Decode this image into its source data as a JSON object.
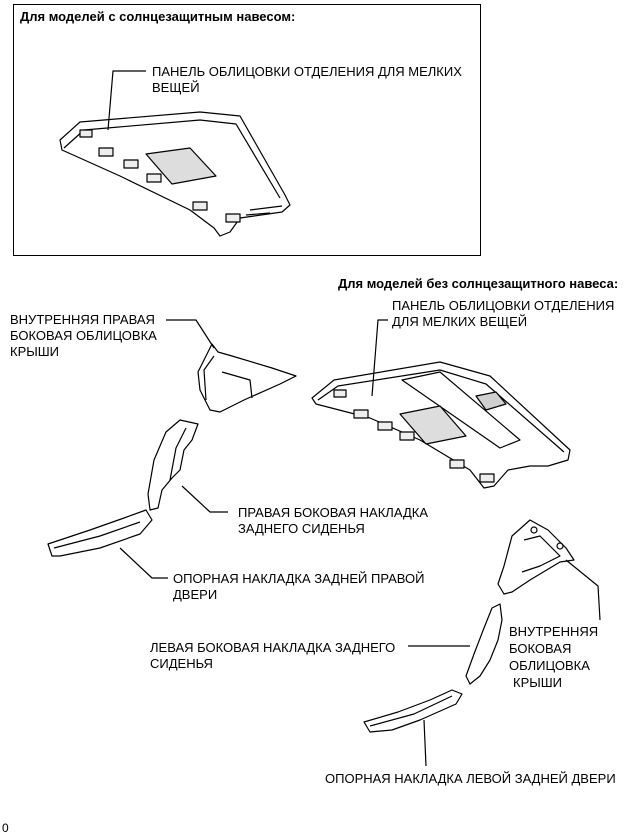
{
  "inset": {
    "heading": "Для моделей с солнцезащитным навесом:",
    "package_tray_label_line1": "ПАНЕЛЬ ОБЛИЦОВКИ ОТДЕЛЕНИЯ ДЛЯ МЕЛКИХ",
    "package_tray_label_line2": "ВЕЩЕЙ"
  },
  "main": {
    "heading": "Для моделей без солнцезащитного навеса:",
    "package_tray_label_line1": "ПАНЕЛЬ ОБЛИЦОВКИ ОТДЕЛЕНИЯ",
    "package_tray_label_line2": "ДЛЯ МЕЛКИХ ВЕЩЕЙ",
    "inner_right_roof_trim_line1": "ВНУТРЕННЯЯ ПРАВАЯ",
    "inner_right_roof_trim_line2": "БОКОВАЯ ОБЛИЦОВКА",
    "inner_right_roof_trim_line3": "КРЫШИ",
    "right_rear_seat_trim_line1": "ПРАВАЯ БОКОВАЯ НАКЛАДКА",
    "right_rear_seat_trim_line2": "ЗАДНЕГО СИДЕНЬЯ",
    "right_rear_door_scuff_line1": "ОПОРНАЯ НАКЛАДКА ЗАДНЕЙ ПРАВОЙ",
    "right_rear_door_scuff_line2": "ДВЕРИ",
    "left_rear_seat_trim_line1": "ЛЕВАЯ БОКОВАЯ НАКЛАДКА ЗАДНЕГО",
    "left_rear_seat_trim_line2": "СИДЕНЬЯ",
    "inner_left_roof_trim_line1": "ВНУТРЕННЯЯ",
    "inner_left_roof_trim_line2": "БОКОВАЯ",
    "inner_left_roof_trim_line3": "ОБЛИЦОВКА",
    "inner_left_roof_trim_line4": "КРЫШИ",
    "left_rear_door_scuff": "ОПОРНАЯ НАКЛАДКА ЛЕВОЙ ЗАДНЕЙ ДВЕРИ"
  },
  "figure_code": "0"
}
